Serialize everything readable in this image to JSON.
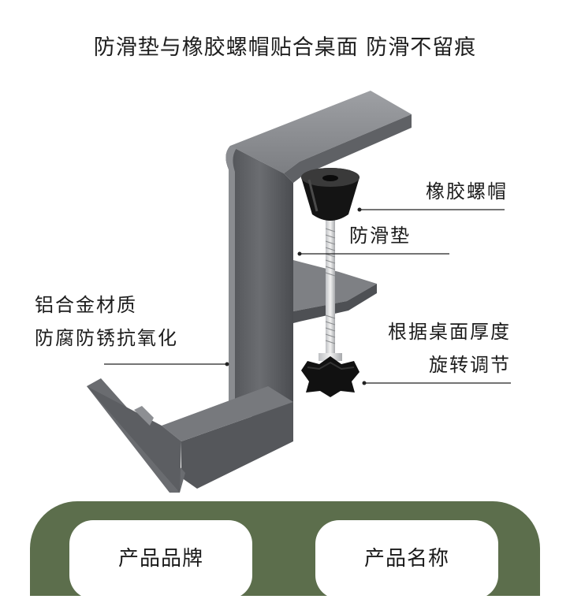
{
  "headline": "防滑垫与橡胶螺帽贴合桌面 防滑不留痕",
  "callouts": {
    "rubber_nut": "橡胶螺帽",
    "anti_slip_pad": "防滑垫",
    "material_line1": "铝合金材质",
    "material_line2": "防腐防锈抗氧化",
    "adjust_line1": "根据桌面厚度",
    "adjust_line2": "旋转调节"
  },
  "bottom": {
    "brand_label": "产品品牌",
    "name_label": "产品名称"
  },
  "colors": {
    "panel_green": "#5c6e4c",
    "metal_dark": "#5a5c60",
    "metal_light": "#9a9ca0"
  }
}
